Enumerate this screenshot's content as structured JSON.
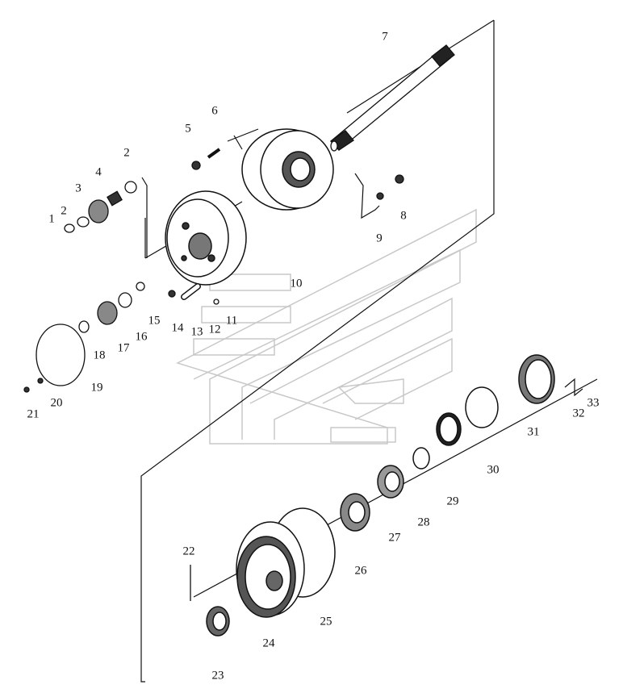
{
  "diagram": {
    "type": "exploded parts diagram",
    "labels": [
      "1",
      "2",
      "2",
      "3",
      "4",
      "5",
      "6",
      "7",
      "8",
      "9",
      "10",
      "11",
      "12",
      "13",
      "14",
      "15",
      "16",
      "17",
      "18",
      "19",
      "20",
      "21",
      "22",
      "23",
      "24",
      "25",
      "26",
      "27",
      "28",
      "29",
      "30",
      "31",
      "32",
      "33"
    ]
  }
}
